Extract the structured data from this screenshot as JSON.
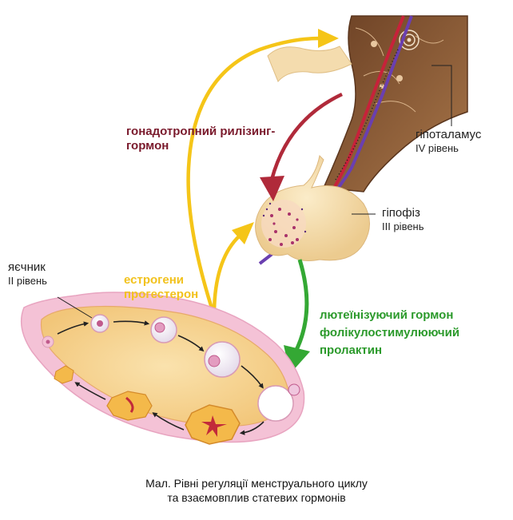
{
  "labels": {
    "releasing_hormone": [
      "гонадотропний рилізинг-",
      "гормон"
    ],
    "hypothalamus": {
      "name": "гіпоталамус",
      "level": "IV рівень"
    },
    "pituitary": {
      "name": "гіпофіз",
      "level": "III рівень"
    },
    "ovary": {
      "name": "яєчник",
      "level": "II рівень"
    },
    "ovary_hormones": [
      "естрогени",
      "прогестерон"
    ],
    "pituitary_hormones": [
      "лютеїнізуючий гормон",
      "фолікулостимулюючий",
      "пролактин"
    ]
  },
  "caption": [
    "Мал. Рівні регуляції менструального циклу",
    "та взаємовплив статевих гормонів"
  ],
  "colors": {
    "releasing_hormone_arrow": "#b02a3a",
    "ovary_hormone_arrow": "#f5c518",
    "pituitary_hormone_arrow": "#34a834",
    "ovary_body": "#f6d08f",
    "ovary_rim": "#f2b8cf",
    "pituitary_body": "#f4dcae",
    "hypothalamus_tissue": "#8a5a34"
  }
}
